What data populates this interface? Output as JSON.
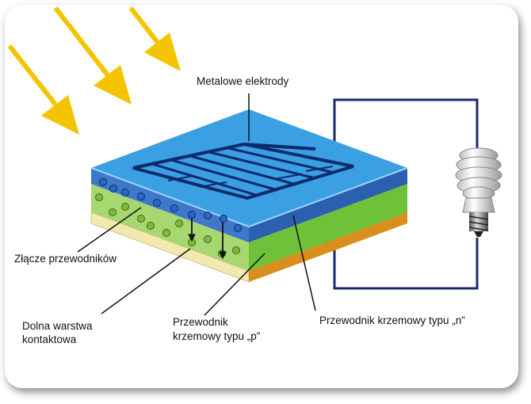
{
  "labels": {
    "metal_electrodes": "Metalowe elektrody",
    "junction": "Złącze przewodników",
    "bottom_layer_line1": "Dolna warstwa",
    "bottom_layer_line2": "kontaktowa",
    "p_type_line1": "Przewodnik",
    "p_type_line2": "krzemowy typu „p”",
    "n_type": "Przewodnik krzemowy typu „n”"
  },
  "colors": {
    "sun_arrow": "#f5c400",
    "top_face": "#3b9fe3",
    "electrode": "#0d2a6b",
    "n_layer": "#3f78c8",
    "p_layer": "#a6d770",
    "contact_layer": "#f3e8b0",
    "contact_side": "#d98e1e",
    "wire": "#1a2a6c",
    "electron": "#2d66c4",
    "hole": "#7fb83a"
  }
}
